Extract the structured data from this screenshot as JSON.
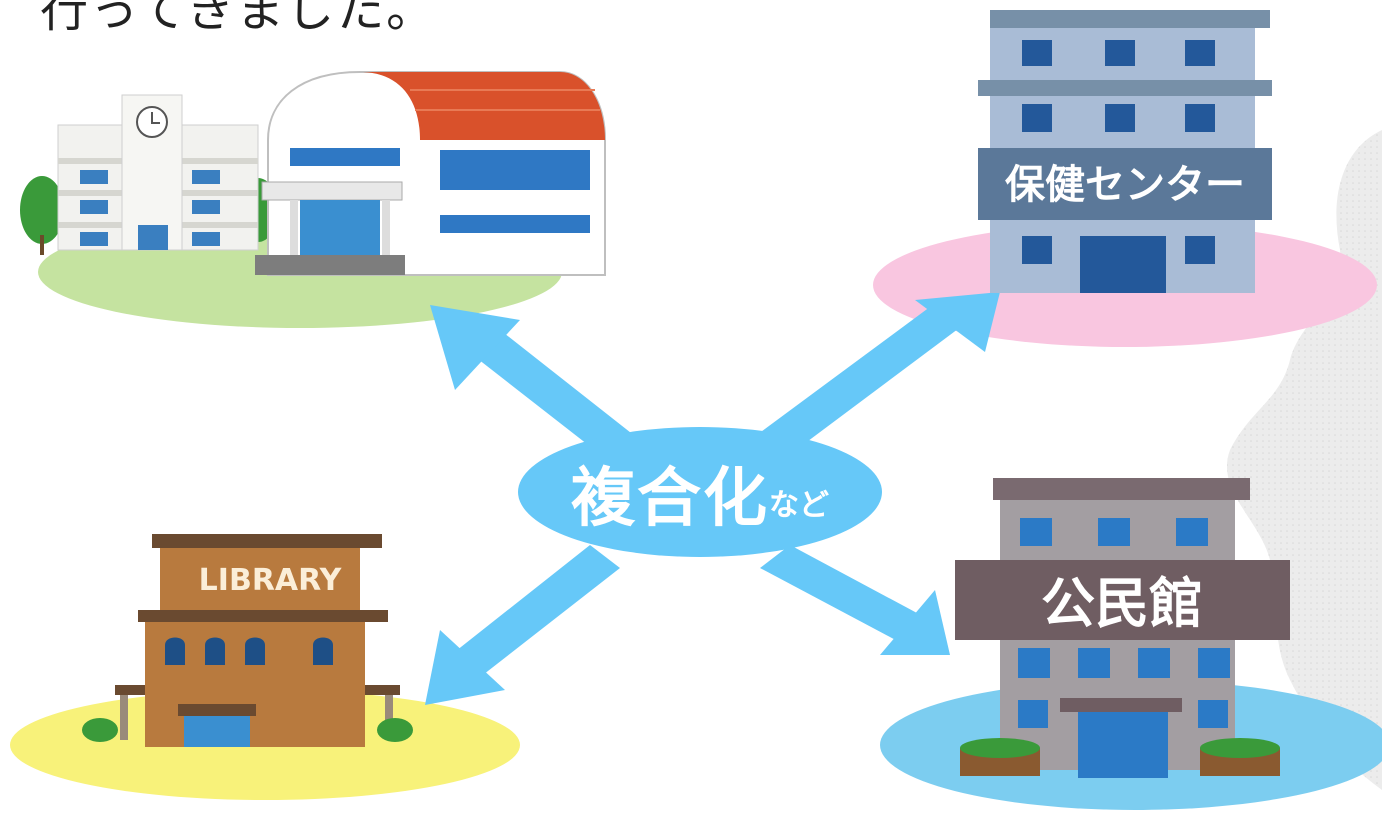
{
  "caption": "行ってきました。",
  "center": {
    "main": "複合化",
    "sub": "など"
  },
  "buildings": {
    "school": {
      "icon": "school-building-icon"
    },
    "health_center": {
      "sign": "保健センター",
      "icon": "health-center-building-icon"
    },
    "library": {
      "sign": "LIBRARY",
      "icon": "library-building-icon"
    },
    "community_hall": {
      "sign": "公民館",
      "icon": "community-hall-building-icon"
    }
  },
  "colors": {
    "arrow": "#66c8f8",
    "school_ground": "#c5e3a0",
    "health_ground": "#f9c6e0",
    "library_ground": "#f8f27a",
    "hall_ground": "#7ccdf0",
    "background_silhouette": "#ececec"
  }
}
